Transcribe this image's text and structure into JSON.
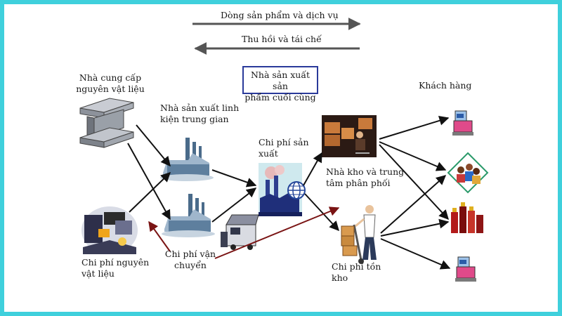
{
  "flows": {
    "forward": "Dòng sản phẩm và dịch vụ",
    "reverse": "Thu hồi và tái chế"
  },
  "legend": {
    "line1": "Nhà sản xuất sản",
    "line2": "phẩm cuối cùng"
  },
  "nodes": {
    "supplier": {
      "line1": "Nhà cung cấp",
      "line2": "nguyên vật liệu"
    },
    "component_maker": {
      "line1": "Nhà sản xuất linh",
      "line2": "kiện trung gian"
    },
    "production_cost": {
      "line1": "Chi phí sản",
      "line2": "xuất"
    },
    "warehouse": {
      "line1": "Nhà kho và trung",
      "line2": "tâm phân phối"
    },
    "customers": {
      "label": "Khách hàng"
    },
    "material_cost": {
      "line1": "Chi phí nguyên",
      "line2": "vật liệu"
    },
    "transport_cost": {
      "line1": "Chi phí vận",
      "line2": "chuyển"
    },
    "inventory_cost": {
      "line1": "Chi phí tồn",
      "line2": "kho"
    }
  },
  "colors": {
    "frame": "#3fd0dc",
    "arrow": "#111111",
    "reverse_arrow": "#7a1414",
    "legend_border": "#2a3a9a"
  }
}
